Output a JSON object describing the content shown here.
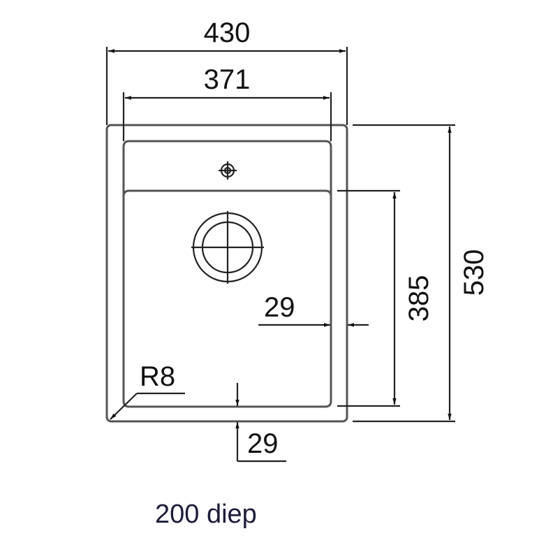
{
  "drawing": {
    "overall_width": "430",
    "bowl_width": "371",
    "overall_depth": "530",
    "bowl_depth": "385",
    "side_offset": "29",
    "bottom_offset": "29",
    "corner_radius": "R8",
    "caption": "200 diep",
    "colors": {
      "lines": "#222222",
      "caption": "#1c1c3a"
    }
  }
}
